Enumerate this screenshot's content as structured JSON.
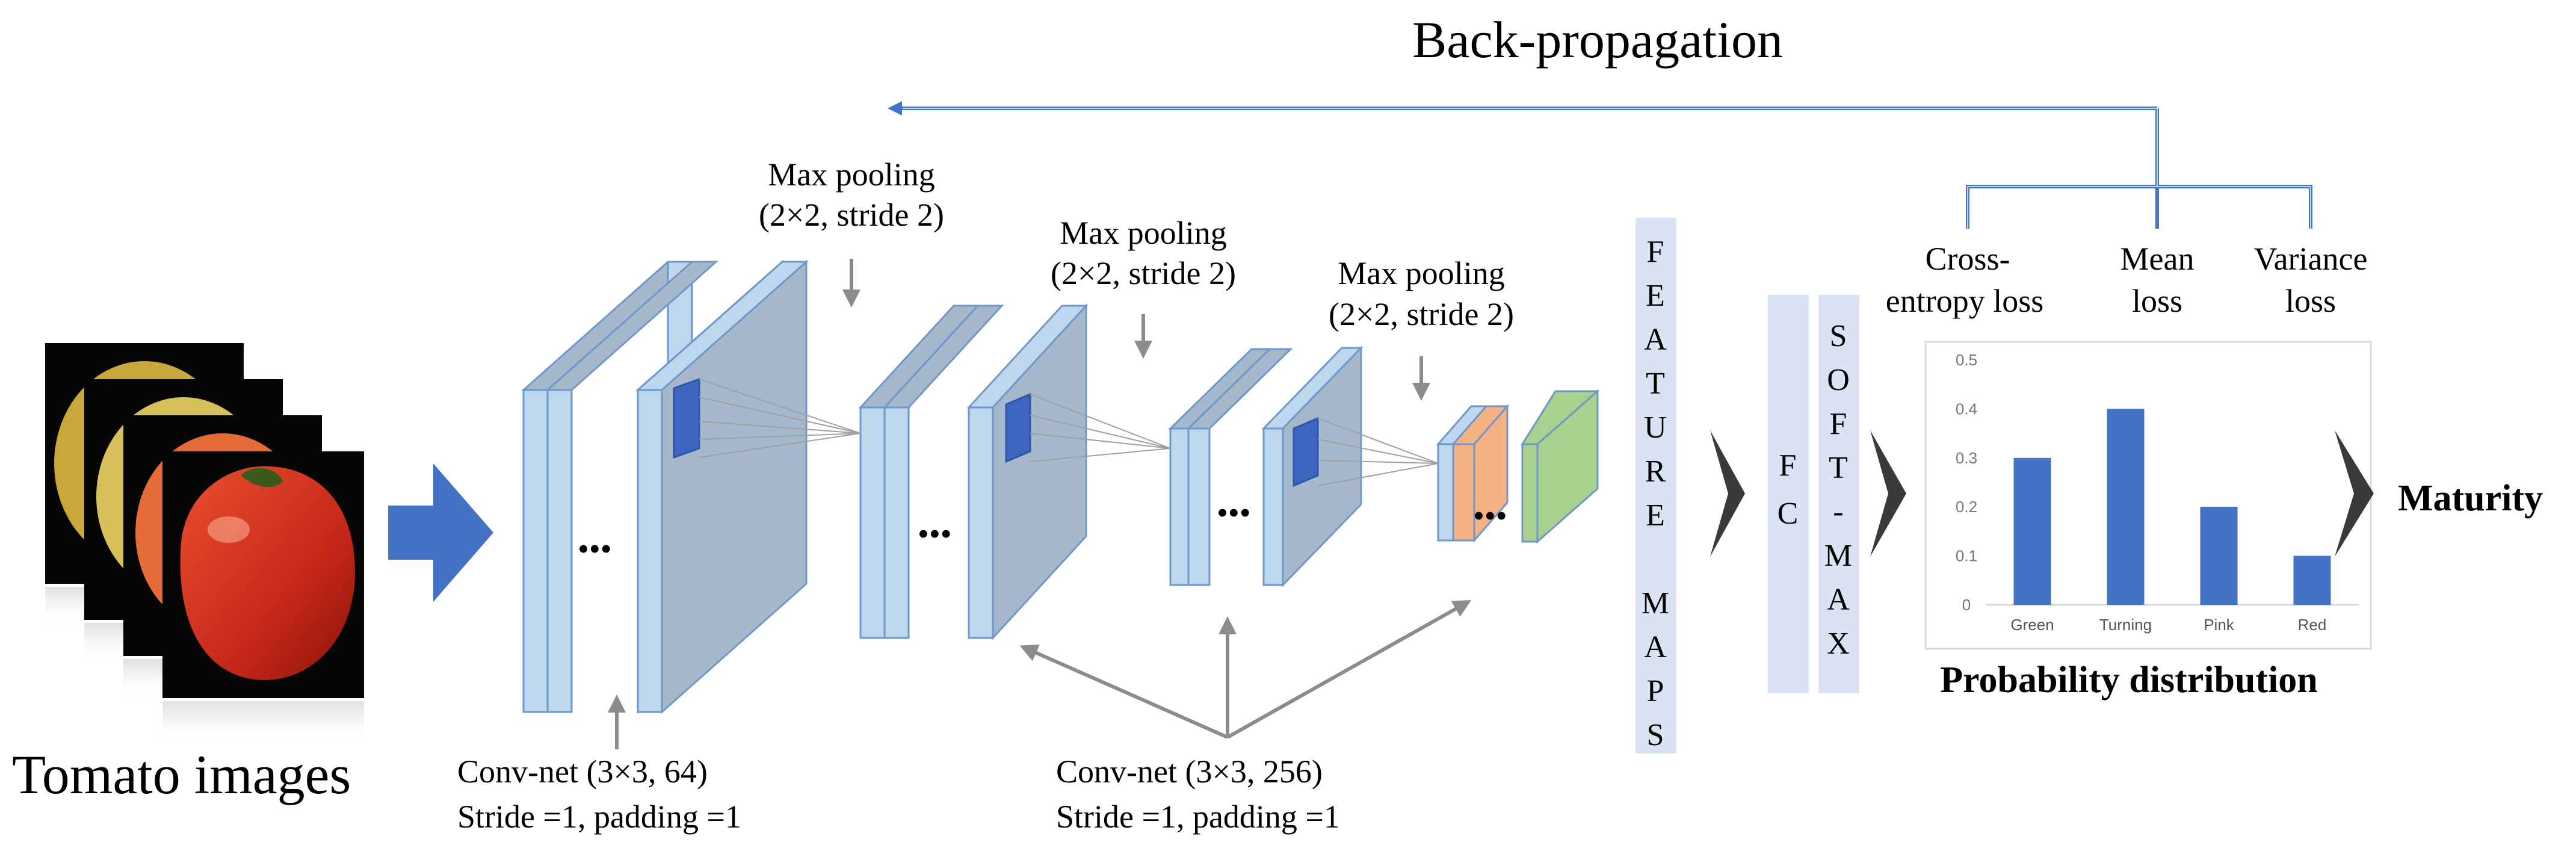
{
  "backprop": {
    "label": "Back-propagation",
    "color": "#4472C4"
  },
  "input": {
    "label": "Tomato images"
  },
  "pool": {
    "label_line1": "Max pooling",
    "label_line2": "(2×2, stride 2)"
  },
  "conv64": {
    "line1": "Conv-net (3×3, 64)",
    "line2": "Stride =1, padding =1"
  },
  "conv256": {
    "line1": "Conv-net (3×3, 256)",
    "line2": "Stride =1, padding =1"
  },
  "ellipsis": "•••",
  "feature_maps": {
    "letters": [
      "F",
      "E",
      "A",
      "T",
      "U",
      "R",
      "E",
      "",
      "M",
      "A",
      "P",
      "S"
    ]
  },
  "fc": {
    "label": "F C"
  },
  "softmax": {
    "letters": [
      "S",
      "O",
      "F",
      "T",
      "-",
      "M",
      "A",
      "X"
    ]
  },
  "losses": [
    {
      "line1": "Cross-",
      "line2": "entropy  loss"
    },
    {
      "line1": "Mean",
      "line2": "loss"
    },
    {
      "line1": "Variance",
      "line2": "loss"
    }
  ],
  "output": {
    "label": "Maturity"
  },
  "chart_caption": "Probability distribution",
  "colors": {
    "layer_light": "#BDD7EE",
    "layer_mid": "#A5B8CC",
    "layer_edge": "#6F97C8",
    "peach": "#F4B183",
    "green": "#A9D18E",
    "bar": "#4472C4",
    "panel": "#DAE3F3",
    "arrow_dark": "#3A3A3A",
    "arrow_grey": "#8C8C8C"
  },
  "chart_data": {
    "type": "bar",
    "categories": [
      "Green",
      "Turning",
      "Pink",
      "Red"
    ],
    "values": [
      0.3,
      0.4,
      0.2,
      0.1
    ],
    "ylim": [
      0,
      0.5
    ],
    "yticks": [
      "0",
      "0.1",
      "0.2",
      "0.3",
      "0.4",
      "0.5"
    ],
    "grid": false
  }
}
